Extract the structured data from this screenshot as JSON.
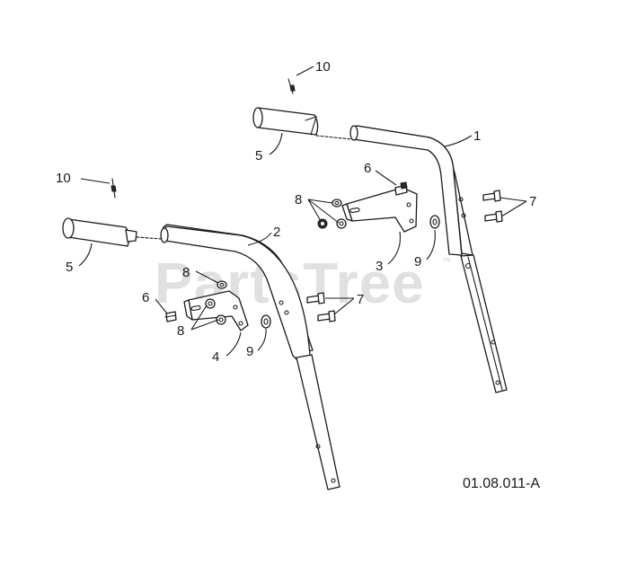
{
  "watermark": {
    "text": "PartsTree",
    "trademark": "™"
  },
  "diagram_code": "01.08.011-A",
  "callouts": [
    "10",
    "5",
    "1",
    "6",
    "8",
    "7",
    "3",
    "9",
    "10",
    "2",
    "5",
    "8",
    "6",
    "7",
    "8",
    "4",
    "9"
  ],
  "colors": {
    "line": "#1a1a1a",
    "watermark": "#d6d6d6",
    "background": "#ffffff"
  }
}
